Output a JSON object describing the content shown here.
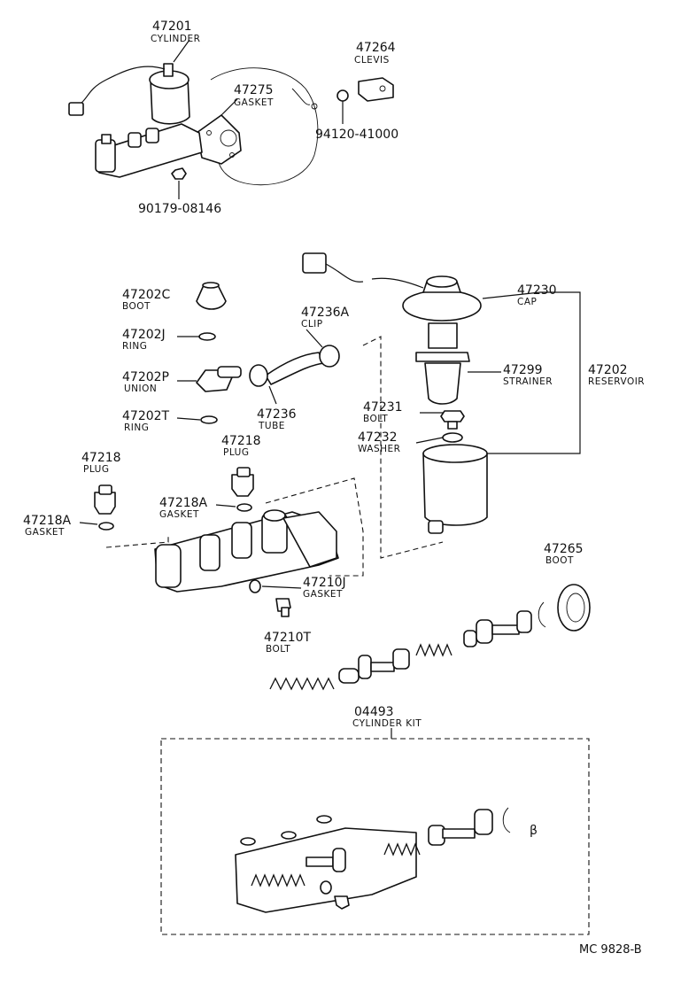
{
  "labels": {
    "p47201": {
      "num": "47201",
      "name": "CYLINDER"
    },
    "p47264": {
      "num": "47264",
      "name": "CLEVIS"
    },
    "p47275": {
      "num": "47275",
      "name": "GASKET"
    },
    "p94120": {
      "num": "94120-41000"
    },
    "p90179": {
      "num": "90179-08146"
    },
    "p47230": {
      "num": "47230",
      "name": "CAP"
    },
    "p47202C": {
      "num": "47202C",
      "name": "BOOT"
    },
    "p47236A": {
      "num": "47236A",
      "name": "CLIP"
    },
    "p47202J": {
      "num": "47202J",
      "name": "RING"
    },
    "p47299": {
      "num": "47299",
      "name": "STRAINER"
    },
    "p47202": {
      "num": "47202",
      "name": "RESERVOIR"
    },
    "p47202P": {
      "num": "47202P",
      "name": "UNION"
    },
    "p47236": {
      "num": "47236",
      "name": "TUBE"
    },
    "p47202T": {
      "num": "47202T",
      "name": "RING"
    },
    "p47231": {
      "num": "47231",
      "name": "BOLT"
    },
    "p47232": {
      "num": "47232",
      "name": "WASHER"
    },
    "p47218_left": {
      "num": "47218",
      "name": "PLUG"
    },
    "p47218_mid": {
      "num": "47218",
      "name": "PLUG"
    },
    "p47218A_mid": {
      "num": "47218A",
      "name": "GASKET"
    },
    "p47218A_left": {
      "num": "47218A",
      "name": "GASKET"
    },
    "p47265": {
      "num": "47265",
      "name": "BOOT"
    },
    "p47210J": {
      "num": "47210J",
      "name": "GASKET"
    },
    "p47210T": {
      "num": "47210T",
      "name": "BOLT"
    },
    "p04493": {
      "num": "04493",
      "name": "CYLINDER KIT"
    }
  },
  "kit_mark": "β",
  "figure_code": "MC  9828-B"
}
